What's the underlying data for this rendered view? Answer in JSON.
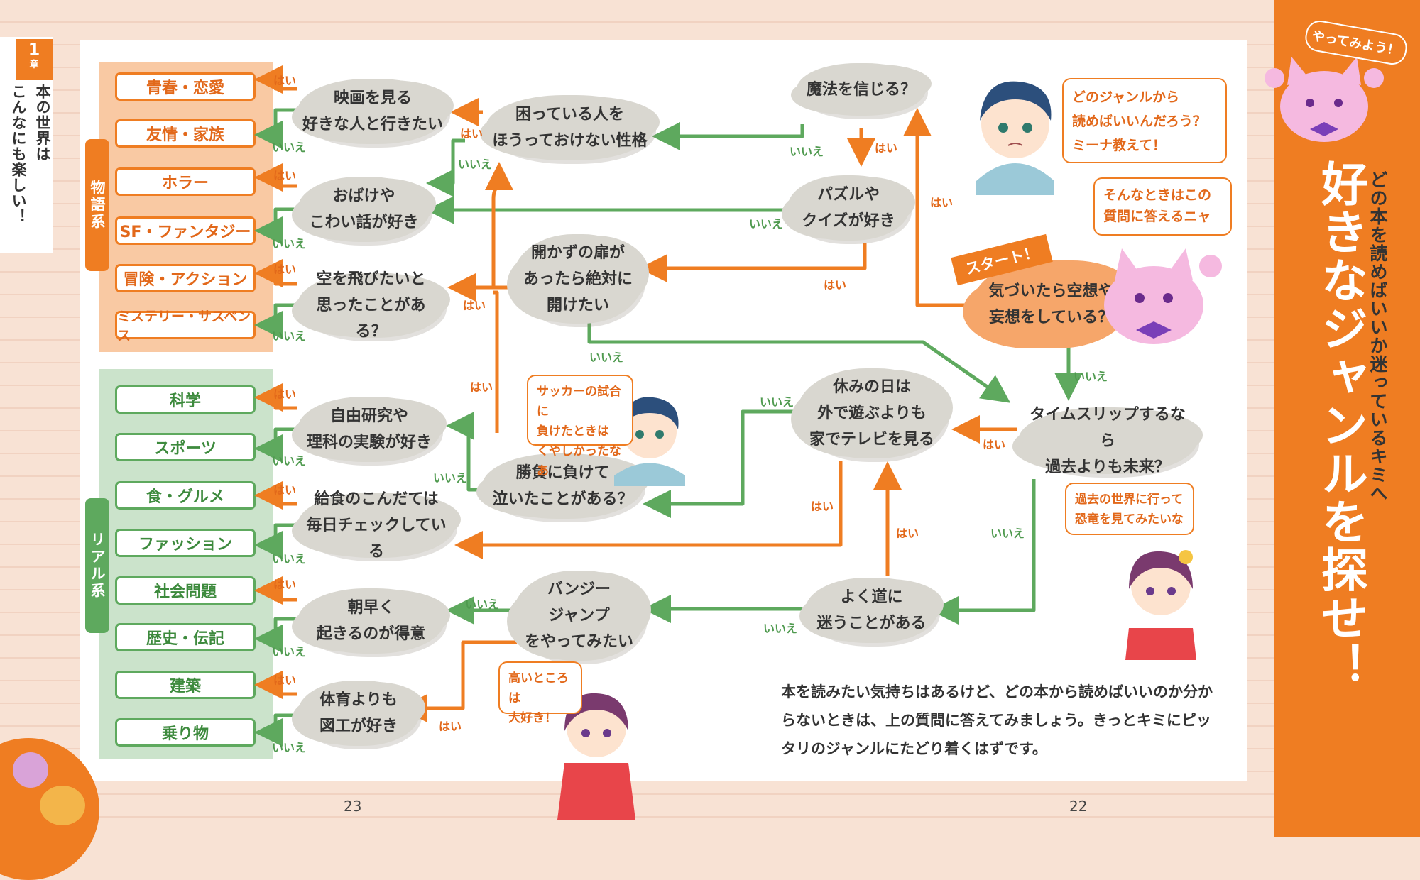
{
  "chapter": {
    "number": "1",
    "suffix": "章",
    "title_lines": [
      "本の世界は",
      "こんなにも楽しい！"
    ]
  },
  "categories": {
    "story": "物語系",
    "real": "リアル系"
  },
  "genres": {
    "story": [
      "青春・恋愛",
      "友情・家族",
      "ホラー",
      "SF・ファンタジー",
      "冒険・アクション",
      "ミステリー・サスペンス"
    ],
    "real": [
      "科学",
      "スポーツ",
      "食・グルメ",
      "ファッション",
      "社会問題",
      "歴史・伝記",
      "建築",
      "乗り物"
    ]
  },
  "questions": {
    "start": "気づいたら空想や\n妄想をしている？",
    "magic": "魔法を信じる？",
    "help": "困っている人を\nほうっておけない性格",
    "movie": "映画を見る\n好きな人と行きたい",
    "ghost": "おばけや\nこわい話が好き",
    "puzzle": "パズルや\nクイズが好き",
    "door": "開かずの扉が\nあったら絶対に\n開けたい",
    "sky": "空を飛びたいと\n思ったことがある？",
    "holiday": "休みの日は\n外で遊ぶよりも\n家でテレビを見る",
    "timeslip": "タイムスリップするなら\n過去よりも未来？",
    "research": "自由研究や\n理科の実験が好き",
    "lost": "負けて\n泣いたことがある？",
    "lunch": "給食のこんだては\n毎日チェックしている",
    "bungee": "バンジー\nジャンプ\nをやってみたい",
    "morning": "朝早く\n起きるのが得意",
    "road": "よく道に\n迷うことがある",
    "art": "体育よりも\n図工が好き"
  },
  "lost_prefix": "勝負に",
  "answers": {
    "yes": "はい",
    "no": "いいえ"
  },
  "start_tag": "スタート！",
  "bubbles": {
    "boy1": "どのジャンルから\n読めばいいんだろう？\nミーナ教えて！",
    "cat": "そんなときはこの\n質問に答えるニャ",
    "boy2": "サッカーの試合に\n負けたときは\nくやしかったなあ",
    "girl1": "過去の世界に行って\n恐竜を見てみたいな",
    "girl2": "高いところは\n大好き！"
  },
  "description": "本を読みたい気持ちはあるけど、どの本から読めばいいのか分からないときは、上の質問に答えてみましょう。きっとキミにピッタリのジャンルにたどり着くはずです。",
  "page_numbers": {
    "left": "23",
    "right": "22"
  },
  "sidebar": {
    "badge": "やってみよう！",
    "title": "好きなジャンルを探せ！",
    "subtitle": "どの本を読めばいいか迷っているキミへ"
  },
  "colors": {
    "orange": "#ef7d22",
    "green": "#5ea95e",
    "cloud": "#d9d7d0",
    "peach": "#f9c9a3"
  }
}
